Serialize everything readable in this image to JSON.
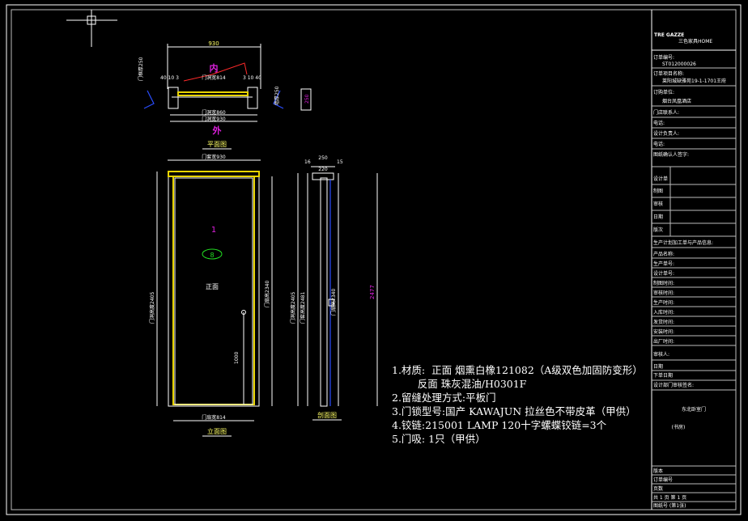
{
  "brand": {
    "name": "TRE GAZZE",
    "sub": "三色家具HOME"
  },
  "views": {
    "plan_label": "平面图",
    "elevation_label": "立面图",
    "section_label": "剖面图",
    "inside": "内",
    "outside": "外",
    "front_face": "正面",
    "door_no": "1",
    "door_code": "8"
  },
  "dims": {
    "plan_top": "930",
    "plan_inner": "门洞宽814",
    "plan_clear": "门洞宽860",
    "plan_outer": "门洞宽930",
    "plan_left": "40 10 3",
    "plan_right": "3 10 40",
    "plan_side_left": "门框厚250",
    "plan_side_right": "墙厚250",
    "plan_depth": "250",
    "elev_top": "门套宽930",
    "elev_bottom": "门扇宽814",
    "elev_left": "门洞高度2405",
    "elev_right": "门扇高2340",
    "elev_handle": "1000",
    "sec_top1": "250",
    "sec_top2": "220",
    "sec_left": "16",
    "sec_right": "15",
    "sec_a": "门洞高度2405",
    "sec_b": "门套高度2481",
    "sec_c": "门扇高2340",
    "sec_total": "2477"
  },
  "notes": [
    "1.材质:  正面 烟熏白橡121082（A级双色加固防变形）",
    "        反面 珠灰混油/H0301F",
    "2.留缝处理方式:平板门",
    "3.门锁型号:国产 KAWAJUN 拉丝色不带皮革（甲供）",
    "4.铰链:215001 LAMP 120十字螺蝶铰链=3个",
    "5.门吸:  1只（甲供）"
  ],
  "titleblock": {
    "order_no_label": "订单编号:",
    "order_no": "ST012000026",
    "project_label": "订单项目名称:",
    "project": "莱阳城缺雅苑19-1-1701王府",
    "client_label": "订购单位:",
    "client": "烟台凤凰酒店",
    "contact_label": "门店联系人:",
    "phone_label": "电话:",
    "designer_label": "设计负责人:",
    "tel_label": "电话:",
    "confirm_label": "图纸确认人签字:",
    "design_label": "设计单",
    "draw_label": "制图",
    "check_label": "审核",
    "date_label": "日期",
    "version_label": "版次",
    "order_info_label": "生产计划加工单与产品信息:",
    "rows": [
      "产品名称:",
      "生产单号:",
      "设计单号:",
      "制图时间:",
      "审核时间:",
      "生产时间:",
      "入库时间:",
      "发货时间:",
      "安装时间:",
      "出厂时间:"
    ],
    "signer_label": "审核人:",
    "date2_label": "日期",
    "lower_label": "下单日期",
    "sig_label": "设计部门审核签名:",
    "room_title": "东北卧室门",
    "room_sub": "(书房)",
    "foot": [
      "版本",
      "订单编号",
      "页数",
      "共 1 页 第 1 页",
      "图纸号 (第1张)"
    ]
  },
  "colors": {
    "bg": "#000000",
    "line": "#ffffff",
    "door": "#e8d400",
    "dim_red": "#ff2a2a",
    "section_blue": "#2a4dff",
    "label_magenta": "#e020e0",
    "tag_green": "#22dd22"
  }
}
